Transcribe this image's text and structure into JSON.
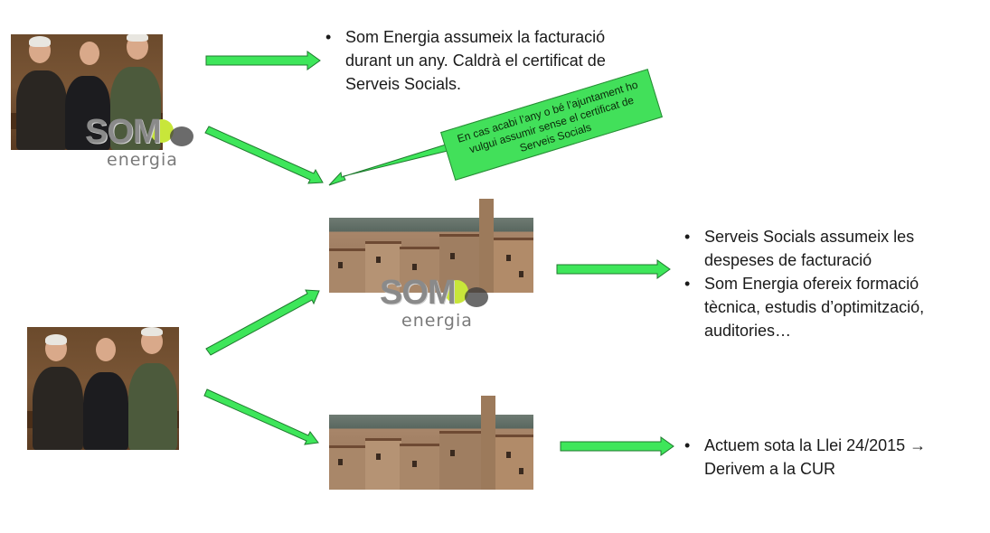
{
  "colors": {
    "arrow_fill": "#3ee65a",
    "arrow_stroke": "#1f7a2e",
    "note_fill": "#42e05a",
    "logo_grey": "#8a8a8a",
    "logo_green": "#c8e63a"
  },
  "logo": {
    "som_text": "SOM",
    "energia_text": "energia"
  },
  "texts": {
    "top_bullet": "Som Energia assumeix la facturació durant un any. Caldrà el certificat de Serveis Socials.",
    "note": "En cas acabi l’any o bé l’ajuntament ho vulgui assumir sense el certificat de Serveis Socials",
    "middle_bullet_1": "Serveis Socials assumeix les despeses de facturació",
    "middle_bullet_2": "Som Energia ofereix formació tècnica, estudis d’optimització, auditories…",
    "bottom_bullet": "Actuem sota la Llei 24/2015 → Derivem a la CUR"
  },
  "bullet_char": "•"
}
